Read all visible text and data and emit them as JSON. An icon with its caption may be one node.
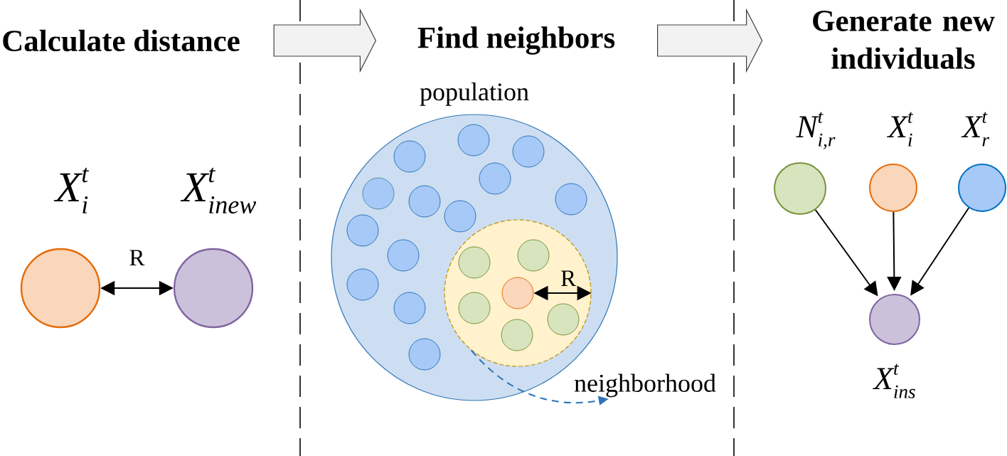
{
  "diagram": {
    "nodes": [
      {
        "text": [
          "Calculate distance"
        ]
      },
      {
        "text": [
          "Find neighbors"
        ]
      },
      {
        "text": [
          "Generate new individuals"
        ]
      },
      {
        "text": [
          "X$^{t}$$_{i}$"
        ]
      },
      {
        "text": [
          "X$^{t}$$_{inew}$"
        ]
      },
      {
        "text": [
          "population"
        ]
      },
      {
        "text": [],
        "shape": "circle",
        "in": 5
      },
      {
        "text": [],
        "shape": "circle",
        "in": 5
      },
      {
        "text": [],
        "shape": "circle",
        "in": 5
      },
      {
        "text": [],
        "shape": "circle",
        "in": 5
      },
      {
        "text": [],
        "shape": "circle",
        "in": 5
      },
      {
        "text": [],
        "shape": "circle",
        "in": 5
      },
      {
        "text": [],
        "shape": "circle",
        "in": 5
      },
      {
        "text": [],
        "shape": "circle",
        "in": 5
      },
      {
        "text": [],
        "shape": "circle",
        "in": 5
      },
      {
        "text": [],
        "shape": "circle",
        "in": 5
      },
      {
        "text": [],
        "shape": "circle",
        "in": 5
      },
      {
        "text": [],
        "shape": "circle",
        "in": 5
      },
      {
        "text": [],
        "shape": "circle",
        "in": 5
      },
      {
        "text": [],
        "shape": "circle",
        "in": 5
      },
      {
        "text": [],
        "shape": "circle",
        "in": 19
      },
      {
        "text": [],
        "shape": "circle",
        "in": 19
      },
      {
        "text": [],
        "shape": "circle",
        "in": 19
      },
      {
        "text": [],
        "shape": "circle",
        "in": 19
      },
      {
        "text": [],
        "shape": "circle",
        "in": 19
      },
      {
        "text": [],
        "shape": "circle",
        "in": 19
      },
      {
        "text": [
          "neighborhood"
        ]
      },
      {
        "text": [
          "N$^{t}$$_{i,r}$"
        ]
      },
      {
        "text": [
          "X$^{t}$$_{i}$"
        ]
      },
      {
        "text": [
          "X$^{t}$$_{r}$"
        ]
      },
      {
        "text": [
          "X$^{t}$$_{ins}$"
        ]
      }
    ],
    "edges": [
      {
        "from": 0,
        "to": 1,
        "arrow": "to",
        "style": "thick"
      },
      {
        "from": 1,
        "to": 2,
        "arrow": "to",
        "style": "thick"
      },
      {
        "from": 3,
        "to": 4,
        "arrow": "both",
        "label": "R"
      },
      {
        "from": 22,
        "to": 19,
        "arrow": "both",
        "label": "R"
      },
      {
        "from": 19,
        "to": 26,
        "arrow": "to",
        "style": "dashed",
        "color": "#2e75b6"
      },
      {
        "from": 27,
        "to": 30,
        "arrow": "to"
      },
      {
        "from": 28,
        "to": 30,
        "arrow": "to"
      },
      {
        "from": 29,
        "to": 30,
        "arrow": "to"
      }
    ]
  }
}
